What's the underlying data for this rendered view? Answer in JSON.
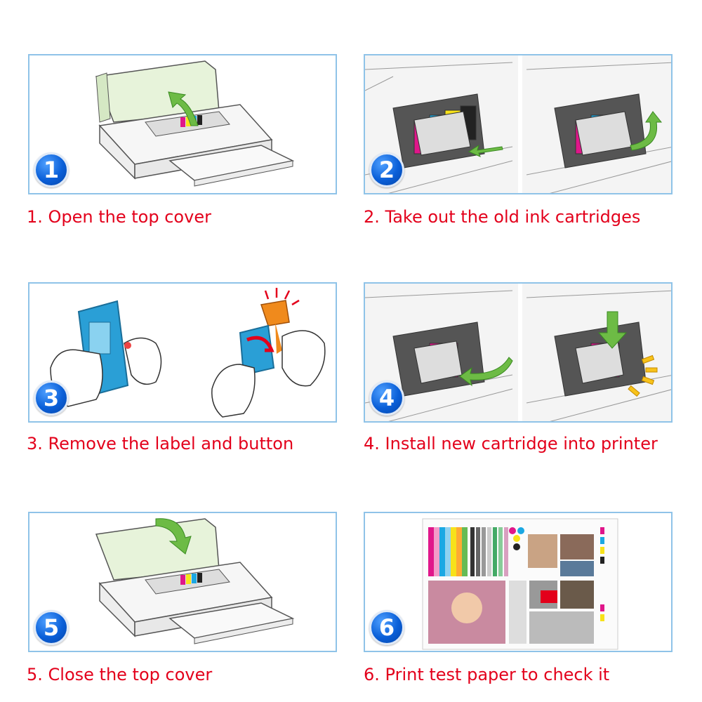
{
  "steps": [
    {
      "number": "1",
      "caption": "1. Open the top cover"
    },
    {
      "number": "2",
      "caption": "2. Take out the old ink cartridges"
    },
    {
      "number": "3",
      "caption": "3. Remove the label and button"
    },
    {
      "number": "4",
      "caption": "4. Install new cartridge into printer"
    },
    {
      "number": "5",
      "caption": "5. Close the top cover"
    },
    {
      "number": "6",
      "caption": "6. Print test paper to check it"
    }
  ],
  "colors": {
    "caption": "#e3001b",
    "panel_border": "#8fc3e8",
    "badge": "#0a5fd8",
    "arrow": "#6dbb45",
    "cover": "#e7f3da"
  },
  "icons": [
    "printer-illustration",
    "cartridge-carriage-illustration",
    "hands-cartridge-illustration",
    "test-page-illustration",
    "green-arrow-icon"
  ]
}
